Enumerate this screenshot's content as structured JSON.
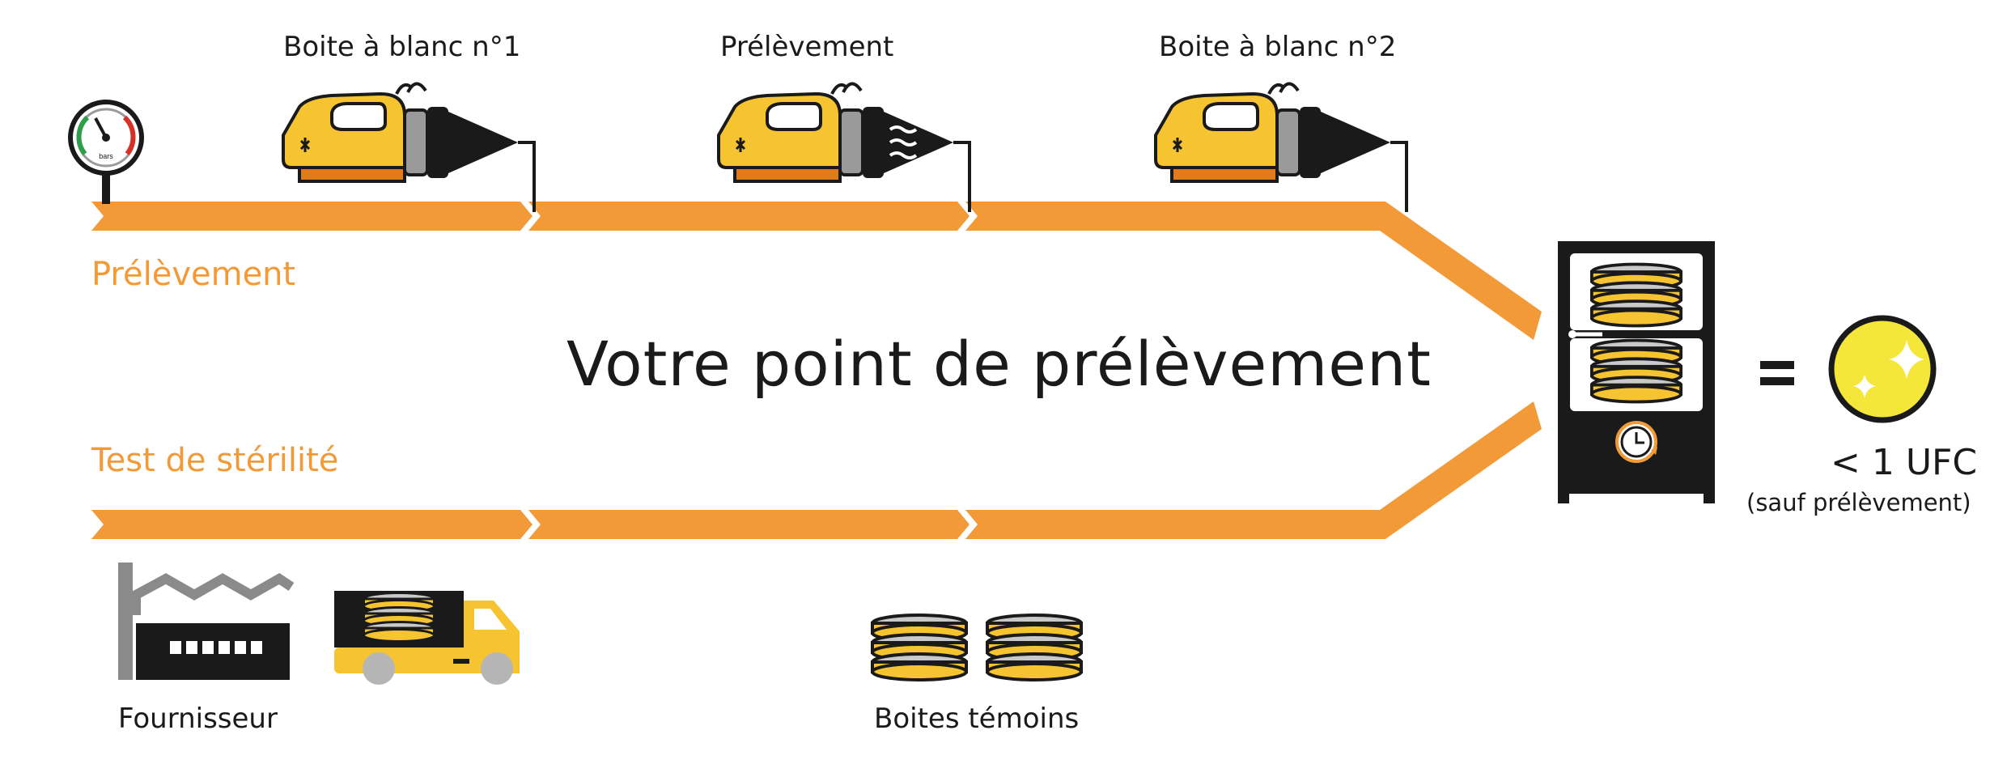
{
  "labels": {
    "step1": "Boite à blanc n°1",
    "step2": "Prélèvement",
    "step3": "Boite à blanc n°2",
    "track_top": "Prélèvement",
    "track_bottom": "Test de stérilité",
    "center": "Votre point de prélèvement",
    "supplier": "Fournisseur",
    "control_boxes": "Boites témoins",
    "result_main": "< 1 UFC",
    "result_sub": "(sauf prélèvement)",
    "gauge_unit": "bars"
  },
  "colors": {
    "orange": "#f39a38",
    "yellow": "#f7c431",
    "dark": "#1a1a1a",
    "grey": "#8a8a8a",
    "light_grey": "#c9c9c9"
  },
  "icons": [
    "pressure-gauge-icon",
    "air-sampler-icon",
    "factory-icon",
    "truck-icon",
    "petri-dish-stack-icon",
    "incubator-icon",
    "clock-icon",
    "sparkle-result-icon"
  ]
}
